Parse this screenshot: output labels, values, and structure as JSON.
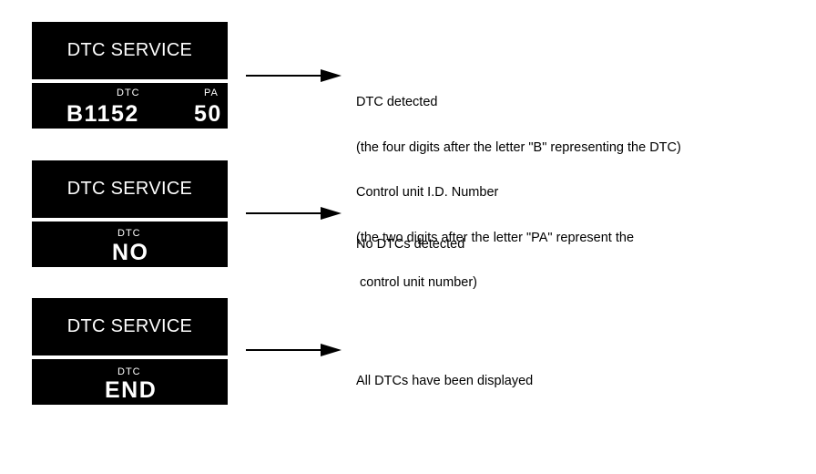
{
  "panels": [
    {
      "title": "DTC SERVICE",
      "dtc_label": "DTC",
      "pa_label": "PA",
      "code": "B1152",
      "pa_value": "50"
    },
    {
      "title": "DTC SERVICE",
      "dtc_label": "DTC",
      "code": "NO"
    },
    {
      "title": "DTC SERVICE",
      "dtc_label": "DTC",
      "code": "END"
    }
  ],
  "notes": [
    {
      "lines": [
        "DTC detected",
        "(the four digits after the letter \"B\" representing the DTC)",
        "Control unit I.D. Number",
        "(the two digits after the letter \"PA\" represent the",
        " control unit number)"
      ]
    },
    {
      "lines": [
        "No DTCs detected"
      ]
    },
    {
      "lines": [
        "All DTCs have been displayed"
      ]
    }
  ]
}
